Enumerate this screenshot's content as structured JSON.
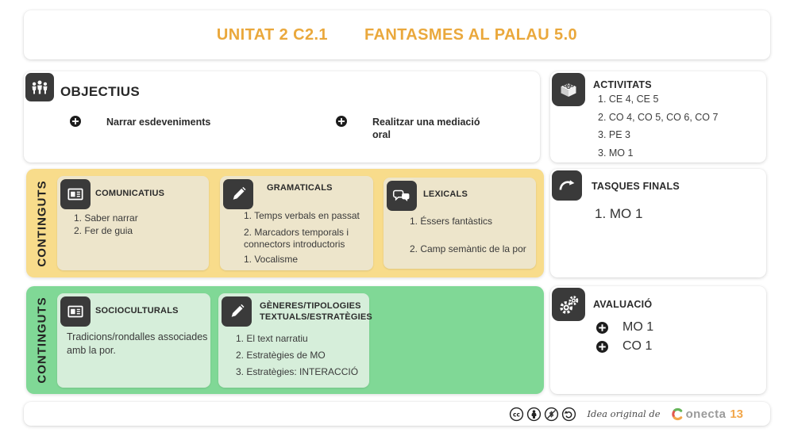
{
  "title": {
    "part1": "UNITAT 2 C2.1",
    "part2": "FANTASMES AL PALAU 5.0"
  },
  "objectius": {
    "heading": "OBJECTIUS",
    "items": [
      "Narrar esdeveniments",
      "Realitzar una mediació oral"
    ]
  },
  "activitats": {
    "heading": "ACTIVITATS",
    "items": [
      "1. CE 4, CE 5",
      "2. CO 4, CO 5, CO 6, CO 7",
      "3. PE 3",
      "3. MO 1"
    ]
  },
  "continguts_linguistics": {
    "band_label": "CONTINGUTS",
    "cards": [
      {
        "heading": "COMUNICATIUS",
        "items": [
          "1. Saber narrar",
          "2. Fer de guia"
        ]
      },
      {
        "heading": "GRAMATICALS",
        "items": [
          "1. Temps verbals en passat",
          "2. Marcadors temporals i connectors introductoris",
          "1. Vocalisme"
        ]
      },
      {
        "heading": "LEXICALS",
        "items": [
          "1. Éssers fantàstics",
          "2. Camp semàntic de la por"
        ]
      }
    ]
  },
  "tasques_finals": {
    "heading": "TASQUES FINALS",
    "items": [
      "1. MO 1"
    ]
  },
  "continguts_socioculturals": {
    "band_label": "CONTINGUTS",
    "cards": [
      {
        "heading": "SOCIOCULTURALS",
        "items": [
          "Tradicions/rondalles associades amb la por."
        ]
      },
      {
        "heading": "GÈNERES/TIPOLOGIES TEXTUALS/ESTRATÈGIES",
        "items": [
          "1. El text narratiu",
          "2. Estratègies de MO",
          "3. Estratègies: INTERACCIÓ"
        ]
      }
    ]
  },
  "avaluacio": {
    "heading": "AVALUACIÓ",
    "items": [
      "MO 1",
      "CO 1"
    ]
  },
  "footer": {
    "credit": "Idea original de",
    "brand_text": "onecta",
    "brand_number": "13"
  },
  "colors": {
    "accent_orange": "#EAA83C",
    "band_yellow": "#F8DC8B",
    "card_beige": "#EDE5CB",
    "band_green": "#80D896",
    "card_light_green": "#D6EEDA",
    "icon_dark": "#3A3A3A",
    "brand_gray": "#9B9B9B",
    "brand_orange": "#F2A74B"
  }
}
